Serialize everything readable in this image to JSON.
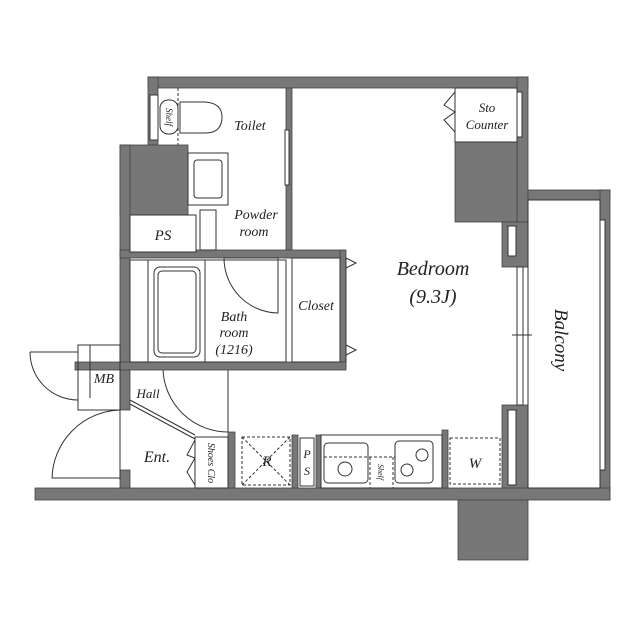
{
  "rooms": {
    "toilet": "Toilet",
    "shelf_toilet": "Shelf",
    "powder_1": "Powder",
    "powder_2": "room",
    "ps_upper": "PS",
    "bath_1": "Bath",
    "bath_2": "room",
    "bath_3": "(1216)",
    "closet": "Closet",
    "bedroom": "Bedroom",
    "bedroom_size": "(9.3J)",
    "sto_1": "Sto",
    "sto_2": "Counter",
    "balcony": "Balcony",
    "mb": "MB",
    "hall": "Hall",
    "entrance": "Ent.",
    "shoes": "Shoes Clo",
    "fridge": "R",
    "ps_kitchen_1": "P",
    "ps_kitchen_2": "S",
    "shelf_kitchen": "Shelf",
    "washer": "W"
  },
  "colors": {
    "wall": "#777777",
    "line": "#333333",
    "background": "#ffffff"
  }
}
